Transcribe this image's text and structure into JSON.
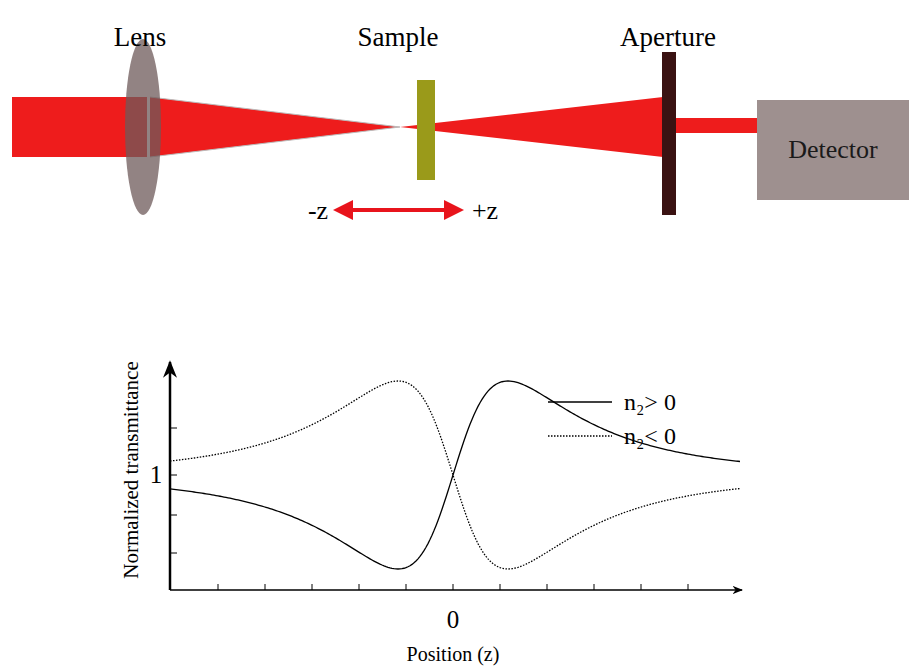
{
  "diagram": {
    "nodes": [
      {
        "text": [
          "Detector"
        ]
      }
    ],
    "labels": [
      "Lens",
      "Sample",
      "Aperture",
      "-z",
      "+z",
      "Normalized transmittance",
      "1",
      "0",
      "Position (z)"
    ],
    "legend": [
      {
        "text": "n₂> 0"
      },
      {
        "text": "n₂< 0"
      }
    ]
  }
}
